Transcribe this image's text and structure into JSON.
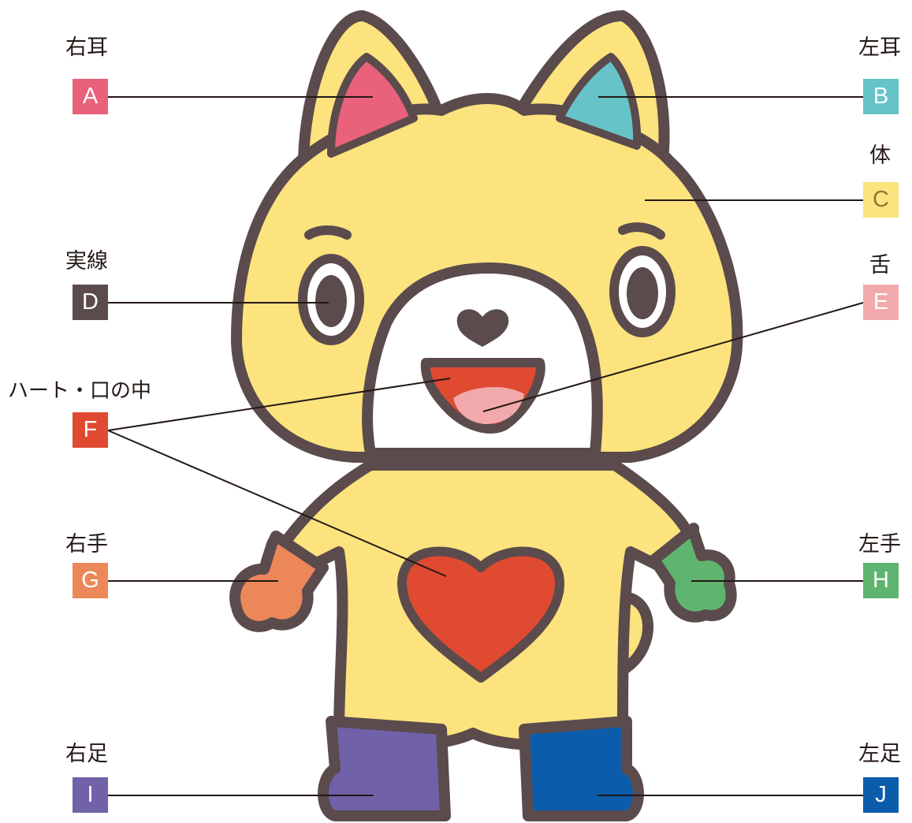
{
  "parts": [
    {
      "key": "A",
      "label": "右耳",
      "color": "#E9617B"
    },
    {
      "key": "B",
      "label": "左耳",
      "color": "#66C4C8"
    },
    {
      "key": "C",
      "label": "体",
      "color": "#FCE37D"
    },
    {
      "key": "D",
      "label": "実線",
      "color": "#5B4B4D"
    },
    {
      "key": "E",
      "label": "舌",
      "color": "#F2A9AC"
    },
    {
      "key": "F",
      "label": "ハート・口の中",
      "color": "#DF4A31"
    },
    {
      "key": "G",
      "label": "右手",
      "color": "#EC875A"
    },
    {
      "key": "H",
      "label": "左手",
      "color": "#5FB56F"
    },
    {
      "key": "I",
      "label": "右足",
      "color": "#7061A8"
    },
    {
      "key": "J",
      "label": "左足",
      "color": "#0B5CAB"
    }
  ]
}
